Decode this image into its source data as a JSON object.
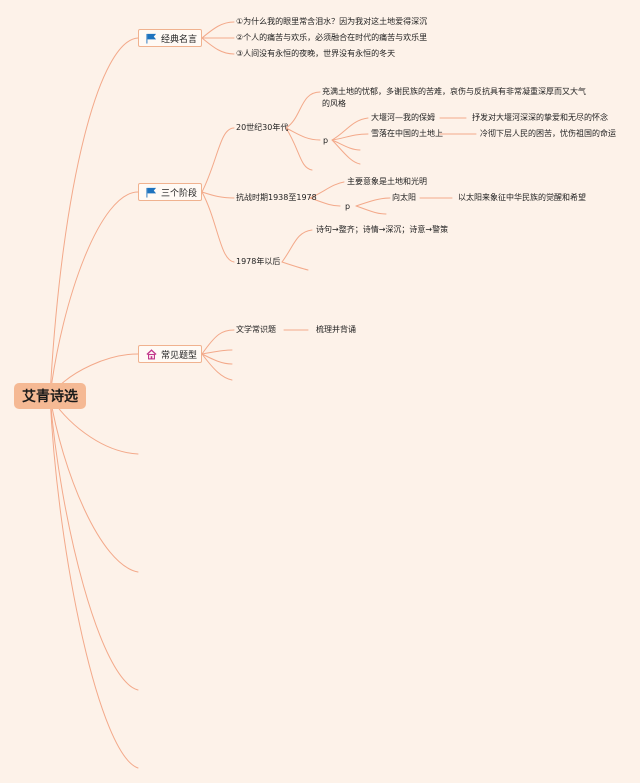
{
  "root": {
    "label": "艾青诗选"
  },
  "branches": {
    "quotes": {
      "label": "经典名言",
      "icon": "flag-icon",
      "items": [
        "①为什么我的眼里常含泪水？因为我对这土地爱得深沉",
        "②个人的痛苦与欢乐，必须融合在时代的痛苦与欢乐里",
        "③人间没有永恒的夜晚，世界没有永恒的冬天"
      ]
    },
    "stages": {
      "label": "三个阶段",
      "icon": "flag-icon",
      "s1": {
        "label": "20世纪30年代",
        "desc": "充满土地的忧郁，多谢民族的苦难，哀伤与反抗具有非常凝重深厚而又大气的风格",
        "p": "p",
        "poems": [
          {
            "title": "大堰河—我的保姆",
            "note": "抒发对大堰河深深的挚爱和无尽的怀念"
          },
          {
            "title": "雪落在中国的土地上",
            "note": "冷彻下层人民的困苦，忧伤祖国的命运"
          }
        ]
      },
      "s2": {
        "label": "抗战时期1938至1978",
        "desc": "主要意象是土地和光明",
        "p": "p",
        "poem": {
          "title": "向太阳",
          "note": "以太阳来象征中华民族的觉醒和希望"
        }
      },
      "s3": {
        "label": "1978年以后",
        "desc": "诗句→整齐；诗情→深沉；诗意→警策"
      }
    },
    "question_types": {
      "label": "常见题型",
      "icon": "house-icon",
      "item": {
        "label": "文学常识题",
        "note": "梳理并背诵"
      }
    }
  },
  "colors": {
    "line": "#f3a98a",
    "root_bg": "#f5b994",
    "bg": "#fdf2e9",
    "flag": "#1e73be",
    "house": "#c1368b"
  }
}
